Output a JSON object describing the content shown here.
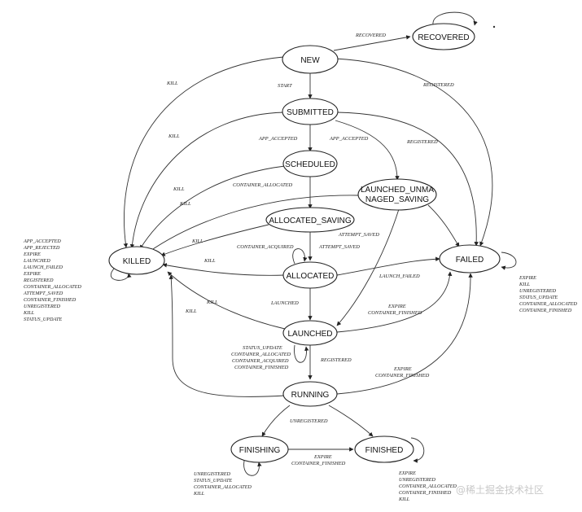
{
  "states": {
    "new": "NEW",
    "recovered": "RECOVERED",
    "submitted": "SUBMITTED",
    "scheduled": "SCHEDULED",
    "launched_unmanaged_saving_line1": "LAUNCHED_UNMA",
    "launched_unmanaged_saving_line2": "NAGED_SAVING",
    "allocated_saving": "ALLOCATED_SAVING",
    "killed": "KILLED",
    "allocated": "ALLOCATED",
    "failed": "FAILED",
    "launched": "LAUNCHED",
    "running": "RUNNING",
    "finishing": "FINISHING",
    "finished": "FINISHED"
  },
  "edge_labels": {
    "recovered": "RECOVERED",
    "kill_new": "KILL",
    "start": "START",
    "registered_new": "REGISTERED",
    "kill_submitted": "KILL",
    "app_accepted_1": "APP_ACCEPTED",
    "app_accepted_2": "APP_ACCEPTED",
    "registered_submitted": "REGISTERED",
    "container_allocated": "CONTAINER_ALLOCATED",
    "kill_scheduled": "KILL",
    "kill_launched_unmanaged": "KILL",
    "kill_allocated_saving": "KILL",
    "attempt_saved_1": "ATTEMPT_SAVED",
    "container_acquired": "CONTAINER_ACQUIRED",
    "attempt_saved_2": "ATTEMPT_SAVED",
    "kill_allocated": "KILL",
    "launch_failed": "LAUNCH_FAILED",
    "kill_launched": "KILL",
    "kill_running": "KILL",
    "launched": "LAUNCHED",
    "expire_launched": "EXPIRE",
    "container_finished_launched": "CONTAINER_FINISHED",
    "launched_self_1": "STATUS_UPDATE",
    "launched_self_2": "CONTAINER_ALLOCATED",
    "launched_self_3": "CONTAINER_ACQUIRED",
    "launched_self_4": "CONTAINER_FINISHED",
    "registered_launched": "REGISTERED",
    "expire_running": "EXPIRE",
    "container_finished_running": "CONTAINER_FINISHED",
    "unregistered": "UNREGISTERED",
    "expire_finishing": "EXPIRE",
    "container_finished_finishing": "CONTAINER_FINISHED"
  },
  "killed_self_events": [
    "APP_ACCEPTED",
    "APP_REJECTED",
    "EXPIRE",
    "LAUNCHED",
    "LAUNCH_FAILED",
    "EXPIRE",
    "REGISTERED",
    "CONTAINER_ALLOCATED",
    "ATTEMPT_SAVED",
    "CONTAINER_FINISHED",
    "UNREGISTERED",
    "KILL",
    "STATUS_UPDATE"
  ],
  "failed_self_events": [
    "EXPIRE",
    "KILL",
    "UNREGISTERED",
    "STATUS_UPDATE",
    "CONTAINER_ALLOCATED",
    "CONTAINER_FINISHED"
  ],
  "finishing_self_events": [
    "UNREGISTERED",
    "STATUS_UPDATE",
    "CONTAINER_ALLOCATED",
    "KILL"
  ],
  "finished_self_events": [
    "EXPIRE",
    "UNREGISTERED",
    "CONTAINER_ALLOCATED",
    "CONTAINER_FINISHED",
    "KILL"
  ],
  "watermark": "@稀土掘金技术社区"
}
